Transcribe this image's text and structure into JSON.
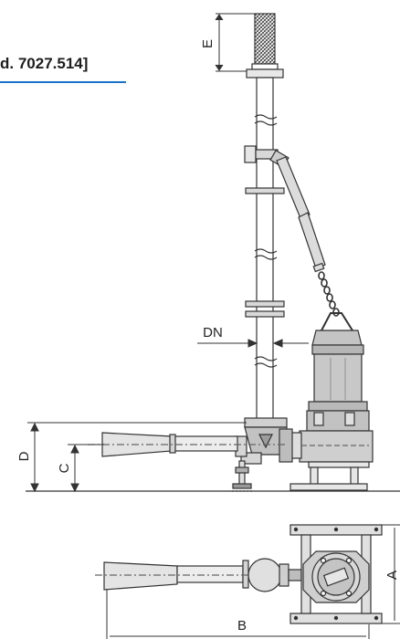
{
  "header": {
    "reference_label": "d. 7027.514]",
    "accent_color": "#1a73c9"
  },
  "dimensions": {
    "e": "E",
    "dn": "DN",
    "d": "D",
    "c": "C",
    "a": "A",
    "b": "B"
  }
}
